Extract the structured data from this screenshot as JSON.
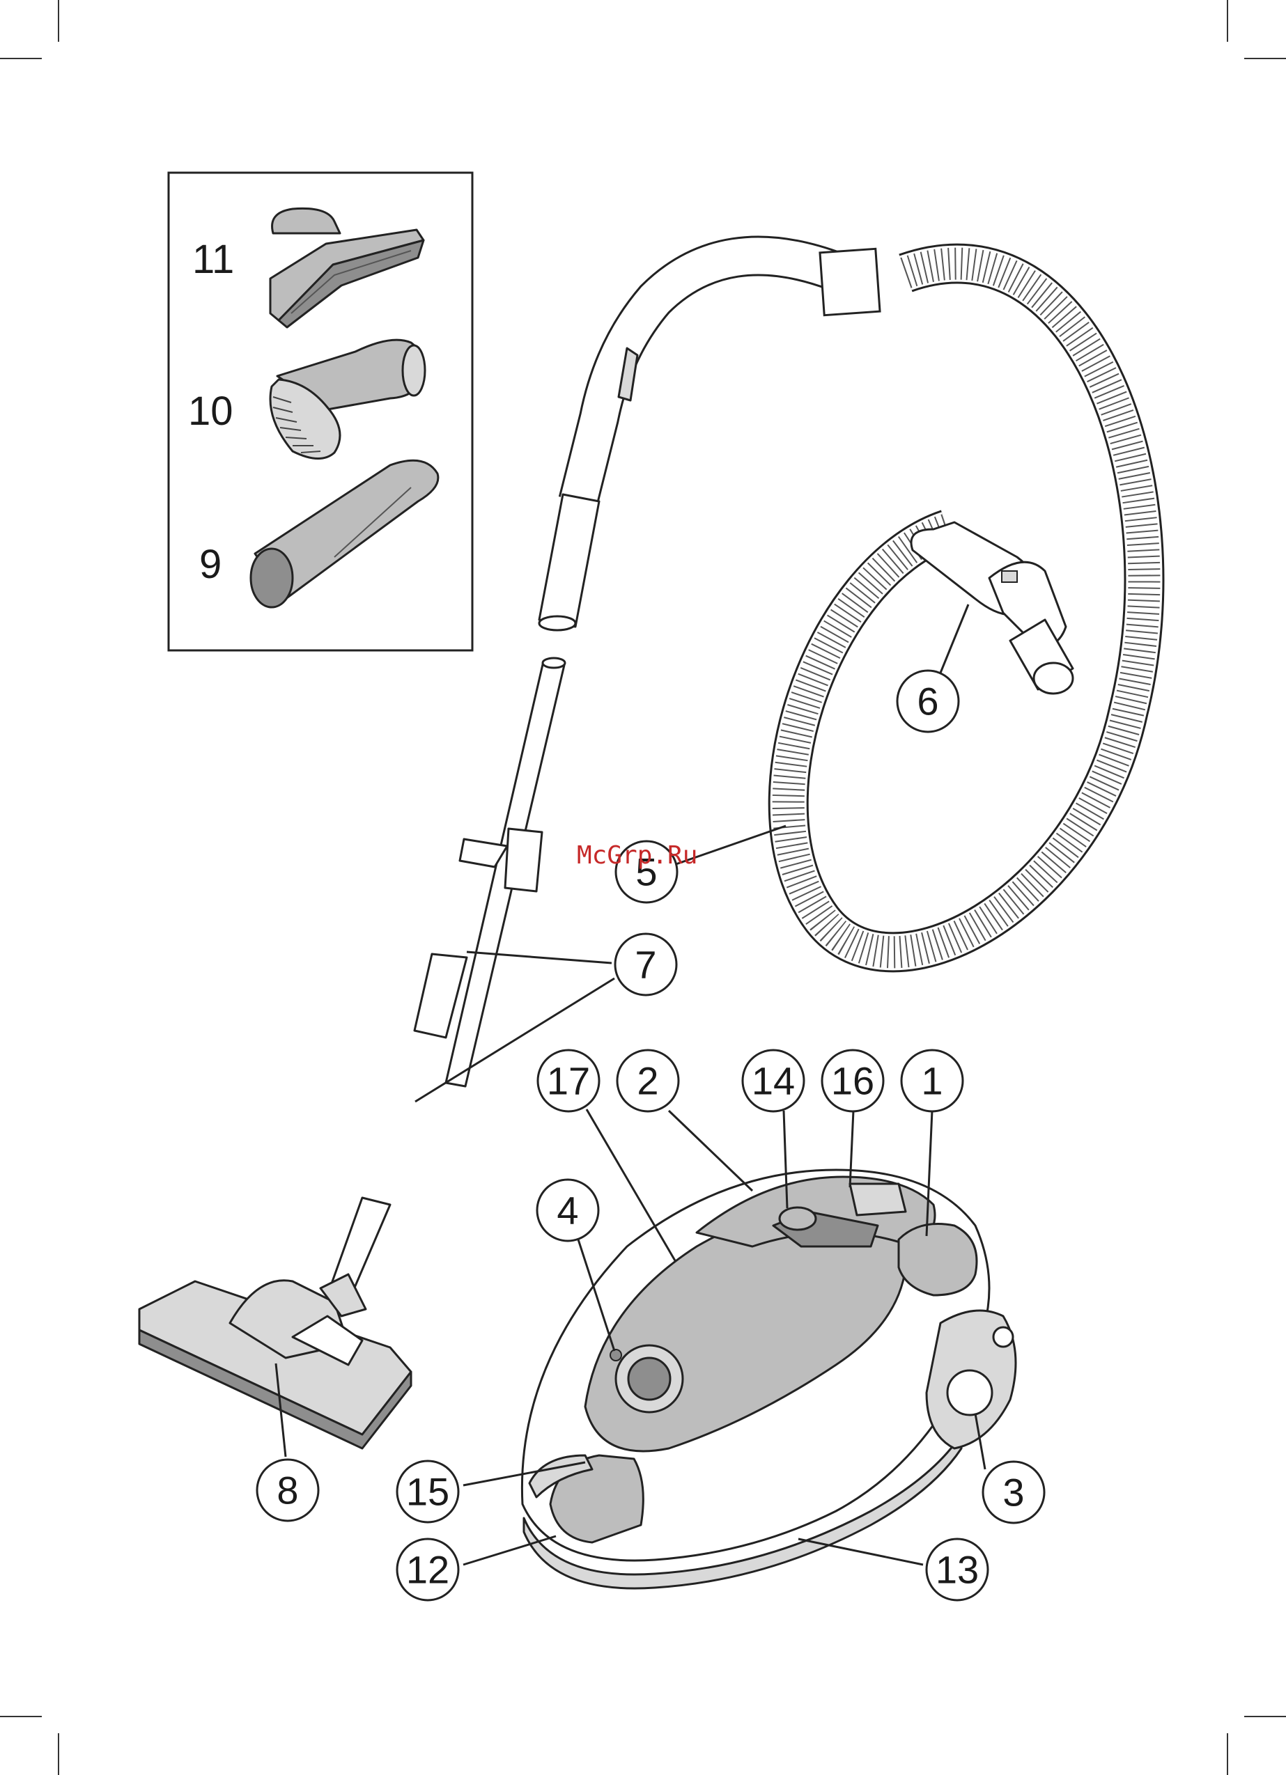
{
  "watermark": "McGrp.Ru",
  "accessory_box_labels": [
    "11",
    "10",
    "9"
  ],
  "callouts": [
    "1",
    "2",
    "3",
    "4",
    "5",
    "6",
    "7",
    "8",
    "12",
    "13",
    "14",
    "15",
    "16",
    "17"
  ],
  "colors": {
    "line": "#222222",
    "gray_dark": "#8e8e8e",
    "gray_mid": "#bdbdbd",
    "gray_light": "#d9d9d9",
    "white": "#ffffff",
    "watermark": "#c62828"
  }
}
